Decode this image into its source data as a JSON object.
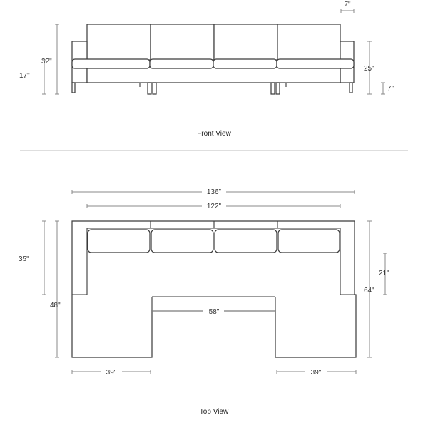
{
  "front_view": {
    "caption": "Front View",
    "dimensions": {
      "arm_width": "7\"",
      "total_height": "32\"",
      "seat_height": "17\"",
      "arm_height": "25\"",
      "leg_height": "7\""
    }
  },
  "top_view": {
    "caption": "Top View",
    "dimensions": {
      "overall_width": "136\"",
      "inner_width": "122\"",
      "back_depth": "35\"",
      "chaise_depth": "48\"",
      "arm_depth": "21\"",
      "overall_depth": "64\"",
      "opening_width": "58\"",
      "chaise_width_left": "39\"",
      "chaise_width_right": "39\""
    }
  },
  "colors": {
    "outline": "#3a3a3a",
    "dimension_line": "#8a8a8a",
    "divider": "#bdbdbd"
  }
}
